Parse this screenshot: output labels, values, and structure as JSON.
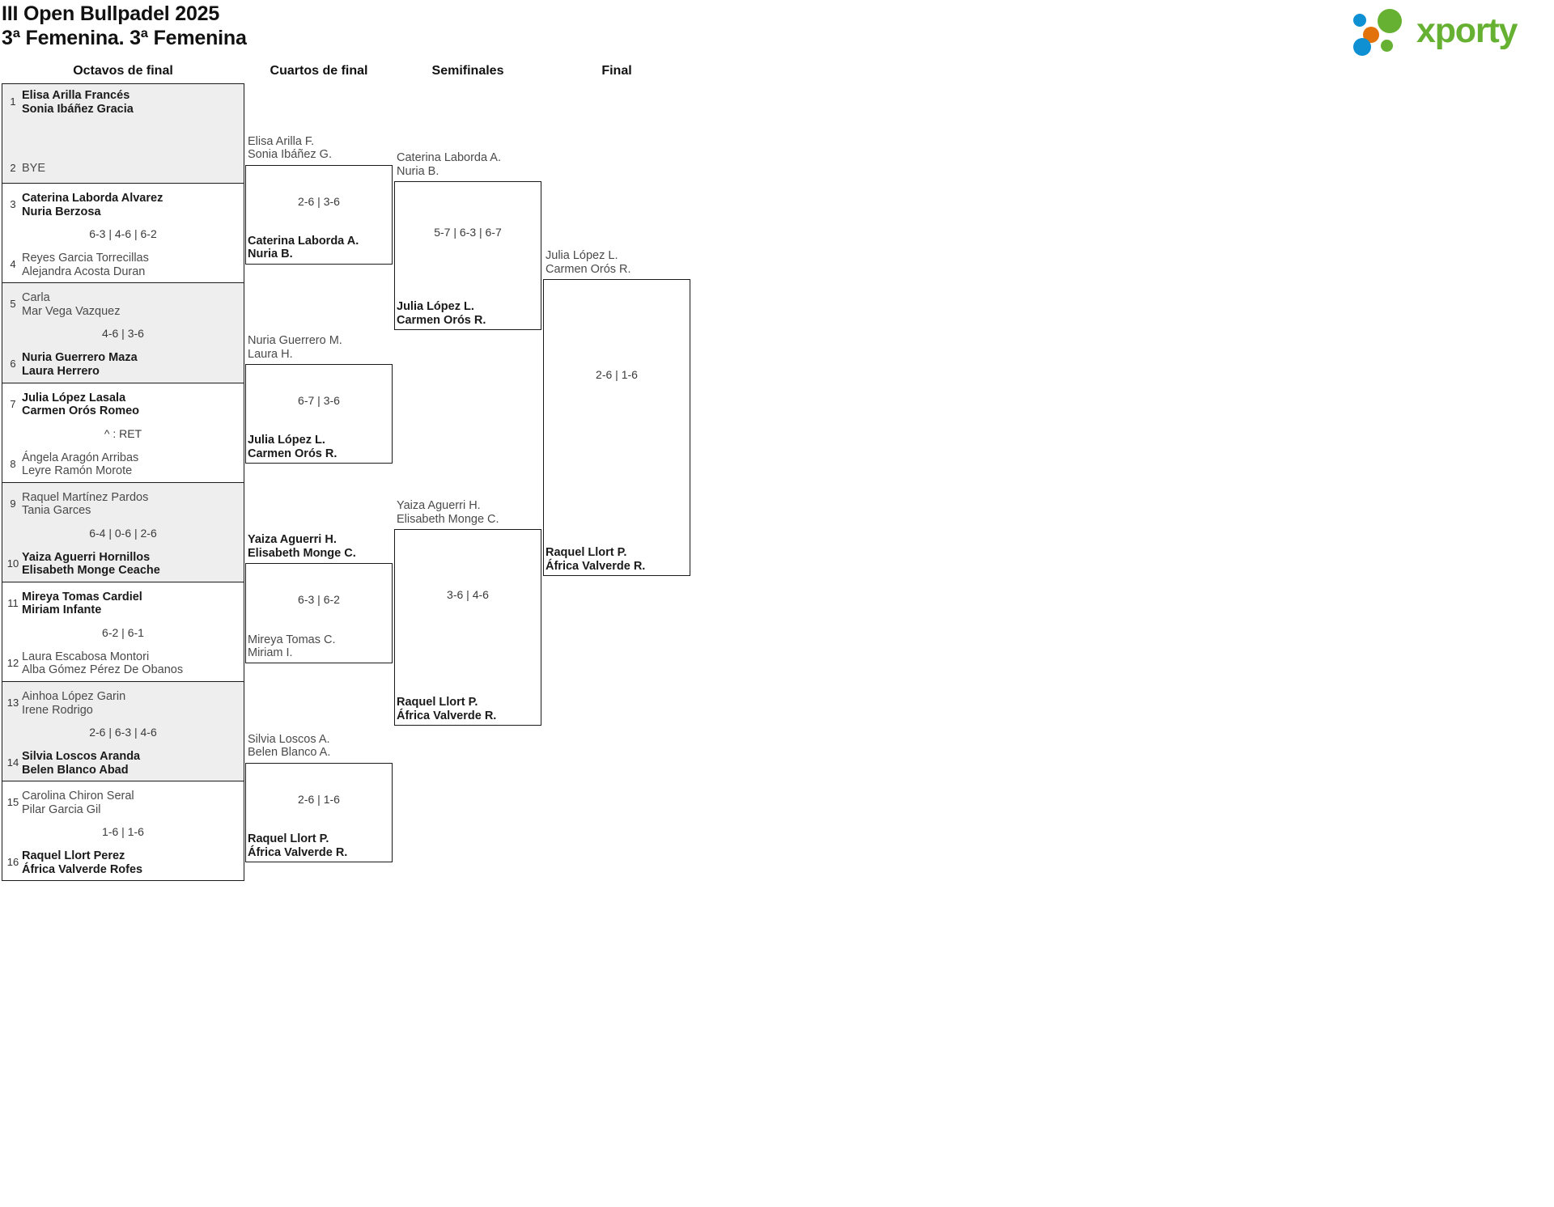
{
  "header": {
    "tournament": "III Open Bullpadel 2025",
    "category": "3ª Femenina. 3ª Femenina",
    "logo": {
      "wordmark": "xporty",
      "green": "#66b132",
      "blue": "#0e90d2",
      "orange": "#e2720c"
    }
  },
  "rounds": [
    {
      "key": "r1",
      "label": "Octavos de final"
    },
    {
      "key": "r2",
      "label": "Cuartos de final"
    },
    {
      "key": "r3",
      "label": "Semifinales"
    },
    {
      "key": "r4",
      "label": "Final"
    }
  ],
  "chart_data": {
    "type": "bracket",
    "title": "III Open Bullpadel 2025 — 3ª Femenina",
    "rounds": [
      "Octavos de final",
      "Cuartos de final",
      "Semifinales",
      "Final"
    ],
    "entrants": 16
  },
  "r1": {
    "matches": [
      {
        "top": {
          "seed": "1",
          "line1": "Elisa Arilla Francés",
          "line2": "Sonia Ibáñez Gracia",
          "winner": true
        },
        "bottom": {
          "seed": "2",
          "line1": "BYE",
          "line2": "",
          "winner": false,
          "bye": true
        },
        "score": "",
        "shade": true
      },
      {
        "top": {
          "seed": "3",
          "line1": "Caterina Laborda Alvarez",
          "line2": "Nuria Berzosa",
          "winner": true
        },
        "bottom": {
          "seed": "4",
          "line1": "Reyes Garcia Torrecillas",
          "line2": "Alejandra Acosta Duran",
          "winner": false
        },
        "score": "6-3 | 4-6 | 6-2",
        "shade": false
      },
      {
        "top": {
          "seed": "5",
          "line1": "Carla",
          "line2": "Mar Vega Vazquez",
          "winner": false
        },
        "bottom": {
          "seed": "6",
          "line1": "Nuria Guerrero Maza",
          "line2": "Laura Herrero",
          "winner": true
        },
        "score": "4-6 | 3-6",
        "shade": true
      },
      {
        "top": {
          "seed": "7",
          "line1": "Julia López Lasala",
          "line2": "Carmen Orós Romeo",
          "winner": true
        },
        "bottom": {
          "seed": "8",
          "line1": "Ángela Aragón Arribas",
          "line2": "Leyre Ramón Morote",
          "winner": false
        },
        "score": "^ : RET",
        "shade": false
      },
      {
        "top": {
          "seed": "9",
          "line1": "Raquel Martínez Pardos",
          "line2": "Tania Garces",
          "winner": false
        },
        "bottom": {
          "seed": "10",
          "line1": "Yaiza Aguerri Hornillos",
          "line2": "Elisabeth Monge Ceache",
          "winner": true
        },
        "score": "6-4 | 0-6 | 2-6",
        "shade": true
      },
      {
        "top": {
          "seed": "11",
          "line1": "Mireya Tomas Cardiel",
          "line2": "Miriam Infante",
          "winner": true
        },
        "bottom": {
          "seed": "12",
          "line1": "Laura Escabosa Montori",
          "line2": "Alba Gómez Pérez De Obanos",
          "winner": false
        },
        "score": "6-2 | 6-1",
        "shade": false
      },
      {
        "top": {
          "seed": "13",
          "line1": "Ainhoa López Garin",
          "line2": "Irene Rodrigo",
          "winner": false
        },
        "bottom": {
          "seed": "14",
          "line1": "Silvia Loscos Aranda",
          "line2": "Belen Blanco Abad",
          "winner": true
        },
        "score": "2-6 | 6-3 | 4-6",
        "shade": true
      },
      {
        "top": {
          "seed": "15",
          "line1": "Carolina Chiron Seral",
          "line2": "Pilar Garcia Gil",
          "winner": false
        },
        "bottom": {
          "seed": "16",
          "line1": "Raquel Llort Perez",
          "line2": "África Valverde Rofes",
          "winner": true
        },
        "score": "1-6 | 1-6",
        "shade": false
      }
    ]
  },
  "r2": {
    "matches": [
      {
        "top": {
          "line1": "Elisa Arilla F.",
          "line2": "Sonia Ibáñez G.",
          "winner": false
        },
        "bottom": {
          "line1": "Caterina Laborda A.",
          "line2": "Nuria B.",
          "winner": true
        },
        "score": "2-6 | 3-6"
      },
      {
        "top": {
          "line1": "Nuria Guerrero M.",
          "line2": "Laura H.",
          "winner": false
        },
        "bottom": {
          "line1": "Julia López L.",
          "line2": "Carmen Orós R.",
          "winner": true
        },
        "score": "6-7 | 3-6"
      },
      {
        "top": {
          "line1": "Yaiza Aguerri H.",
          "line2": "Elisabeth Monge C.",
          "winner": true
        },
        "bottom": {
          "line1": "Mireya Tomas C.",
          "line2": "Miriam I.",
          "winner": false
        },
        "score": "6-3 | 6-2"
      },
      {
        "top": {
          "line1": "Silvia Loscos A.",
          "line2": "Belen Blanco A.",
          "winner": false
        },
        "bottom": {
          "line1": "Raquel Llort P.",
          "line2": "África Valverde R.",
          "winner": true
        },
        "score": "2-6 | 1-6"
      }
    ]
  },
  "r3": {
    "matches": [
      {
        "top": {
          "line1": "Caterina Laborda A.",
          "line2": "Nuria B.",
          "winner": false
        },
        "bottom": {
          "line1": "Julia López L.",
          "line2": "Carmen Orós R.",
          "winner": true
        },
        "score": "5-7 | 6-3 | 6-7"
      },
      {
        "top": {
          "line1": "Yaiza Aguerri H.",
          "line2": "Elisabeth Monge C.",
          "winner": false
        },
        "bottom": {
          "line1": "Raquel Llort P.",
          "line2": "África Valverde R.",
          "winner": true
        },
        "score": "3-6 | 4-6"
      }
    ]
  },
  "r4": {
    "matches": [
      {
        "top": {
          "line1": "Julia López L.",
          "line2": "Carmen Orós R.",
          "winner": false
        },
        "bottom": {
          "line1": "Raquel Llort P.",
          "line2": "África Valverde R.",
          "winner": true
        },
        "score": "2-6 | 1-6"
      }
    ]
  }
}
